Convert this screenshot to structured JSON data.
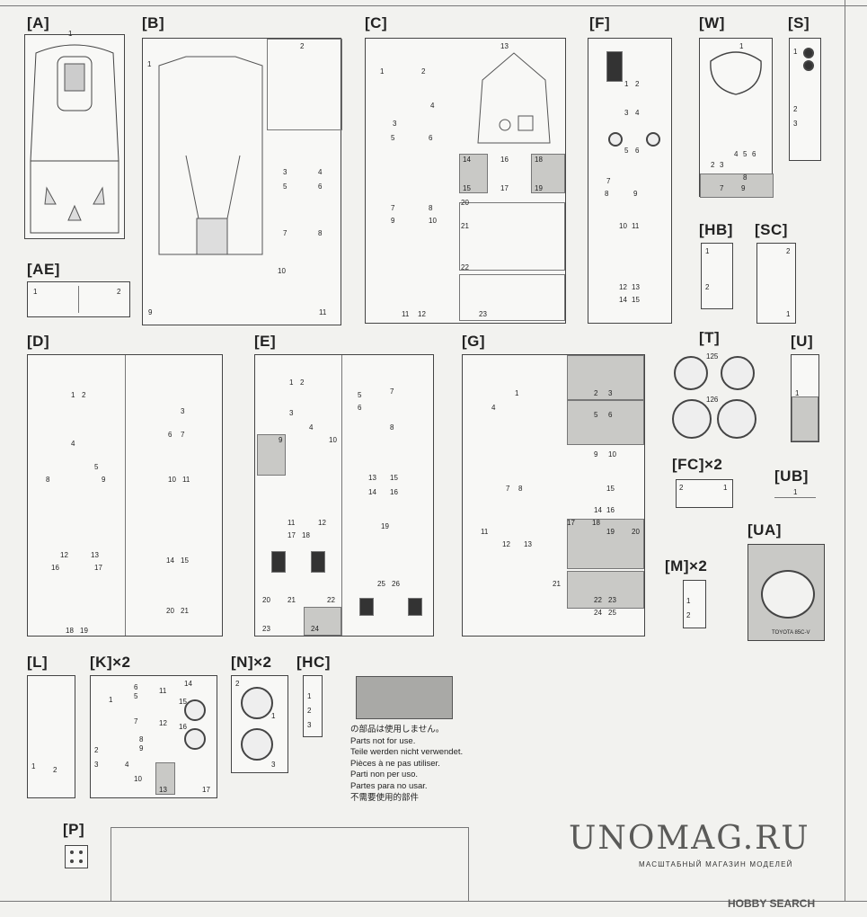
{
  "sprues": {
    "A": "[A]",
    "AE": "[AE]",
    "B": "[B]",
    "C": "[C]",
    "F": "[F]",
    "W": "[W]",
    "S": "[S]",
    "HB": "[HB]",
    "SC": "[SC]",
    "D": "[D]",
    "E": "[E]",
    "G": "[G]",
    "T": "[T]",
    "U": "[U]",
    "FC": "[FC]×2",
    "UB": "[UB]",
    "M": "[M]×2",
    "UA": "[UA]",
    "L": "[L]",
    "K": "[K]×2",
    "N": "[N]×2",
    "HC": "[HC]",
    "P": "[P]"
  },
  "part_numbers": {
    "a1": "1",
    "ae1": "1",
    "ae2": "2",
    "b1": "1",
    "b2": "2",
    "b3": "3",
    "b4": "4",
    "b5": "5",
    "b6": "6",
    "b7": "7",
    "b8": "8",
    "b9": "9",
    "b10": "10",
    "b11": "11",
    "c1": "1",
    "c2": "2",
    "c3": "3",
    "c4": "4",
    "c5": "5",
    "c6": "6",
    "c7": "7",
    "c8": "8",
    "c9": "9",
    "c10": "10",
    "c11": "11",
    "c12": "12",
    "c13": "13",
    "c14": "14",
    "c15": "15",
    "c16": "16",
    "c17": "17",
    "c18": "18",
    "c19": "19",
    "c20": "20",
    "c21": "21",
    "c22": "22",
    "c23": "23",
    "f1": "1",
    "f2": "2",
    "f3": "3",
    "f4": "4",
    "f5": "5",
    "f6": "6",
    "f7": "7",
    "f8": "8",
    "f9": "9",
    "f10": "10",
    "f11": "11",
    "f12": "12",
    "f13": "13",
    "f14": "14",
    "f15": "15",
    "w1": "1",
    "w2": "2",
    "w3": "3",
    "w4": "4",
    "w5": "5",
    "w6": "6",
    "w7": "7",
    "w8": "8",
    "w9": "9",
    "s1": "1",
    "s2": "2",
    "s3": "3",
    "hb1": "1",
    "hb2": "2",
    "sc1": "1",
    "sc2": "2",
    "d1": "1",
    "d2": "2",
    "d3": "3",
    "d4": "4",
    "d5": "5",
    "d6": "6",
    "d7": "7",
    "d8": "8",
    "d9": "9",
    "d10": "10",
    "d11": "11",
    "d12": "12",
    "d13": "13",
    "d14": "14",
    "d15": "15",
    "d16": "16",
    "d17": "17",
    "d18": "18",
    "d19": "19",
    "d20": "20",
    "d21": "21",
    "e1": "1",
    "e2": "2",
    "e3": "3",
    "e4": "4",
    "e5": "5",
    "e6": "6",
    "e7": "7",
    "e8": "8",
    "e9": "9",
    "e10": "10",
    "e11": "11",
    "e12": "12",
    "e13": "13",
    "e14": "14",
    "e15": "15",
    "e16": "16",
    "e17": "17",
    "e18": "18",
    "e19": "19",
    "e20": "20",
    "e21": "21",
    "e22": "22",
    "e23": "23",
    "e24": "24",
    "e25": "25",
    "e26": "26",
    "g1": "1",
    "g2": "2",
    "g3": "3",
    "g4": "4",
    "g5": "5",
    "g6": "6",
    "g7": "7",
    "g8": "8",
    "g9": "9",
    "g10": "10",
    "g11": "11",
    "g12": "12",
    "g13": "13",
    "g14": "14",
    "g15": "15",
    "g16": "16",
    "g17": "17",
    "g18": "18",
    "g19": "19",
    "g20": "20",
    "g21": "21",
    "g22": "22",
    "g23": "23",
    "g24": "24",
    "g25": "25",
    "t125": "125",
    "t126": "126",
    "u1": "1",
    "fc1": "1",
    "fc2": "2",
    "ub1": "1",
    "m1": "1",
    "m2": "2",
    "l1": "1",
    "l2": "2",
    "k1": "1",
    "k2": "2",
    "k3": "3",
    "k4": "4",
    "k5": "5",
    "k6": "6",
    "k7": "7",
    "k8": "8",
    "k9": "9",
    "k10": "10",
    "k11": "11",
    "k12": "12",
    "k13": "13",
    "k14": "14",
    "k15": "15",
    "k16": "16",
    "k17": "17",
    "n1": "1",
    "n2": "2",
    "n3": "3",
    "hc1": "1",
    "hc2": "2",
    "hc3": "3"
  },
  "ua_text": "TOYOTA 85C-V",
  "notes": [
    "の部品は使用しません。",
    "Parts not for use.",
    "Teile werden nicht verwendet.",
    "Pièces à ne pas utiliser.",
    "Parti non per uso.",
    "Partes para no usar.",
    "不需要使用的部件"
  ],
  "watermark": {
    "title": "UNOMAG.RU",
    "subtitle": "МАСШТАБНЫЙ МАГАЗИН МОДЕЛЕЙ"
  },
  "credit": "HOBBY SEARCH"
}
